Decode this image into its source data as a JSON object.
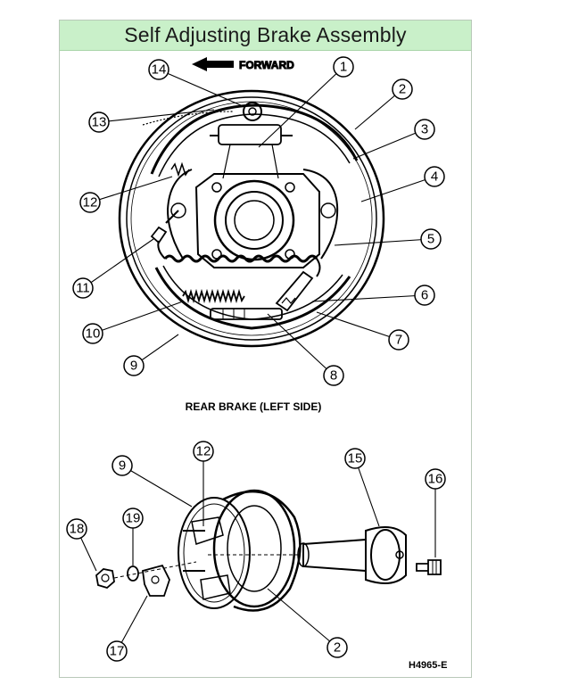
{
  "title": "Self Adjusting Brake Assembly",
  "top_diagram": {
    "direction_label": "FORWARD",
    "caption": "REAR BRAKE (LEFT SIDE)",
    "callouts": [
      "1",
      "2",
      "3",
      "4",
      "5",
      "6",
      "7",
      "8",
      "9",
      "10",
      "11",
      "12",
      "13",
      "14"
    ]
  },
  "bottom_diagram": {
    "callouts": [
      "9",
      "12",
      "15",
      "16",
      "18",
      "19",
      "17",
      "2"
    ]
  },
  "figure_code": "H4965-E",
  "colors": {
    "title_bg": "#c9f0c9",
    "line": "#000000"
  }
}
